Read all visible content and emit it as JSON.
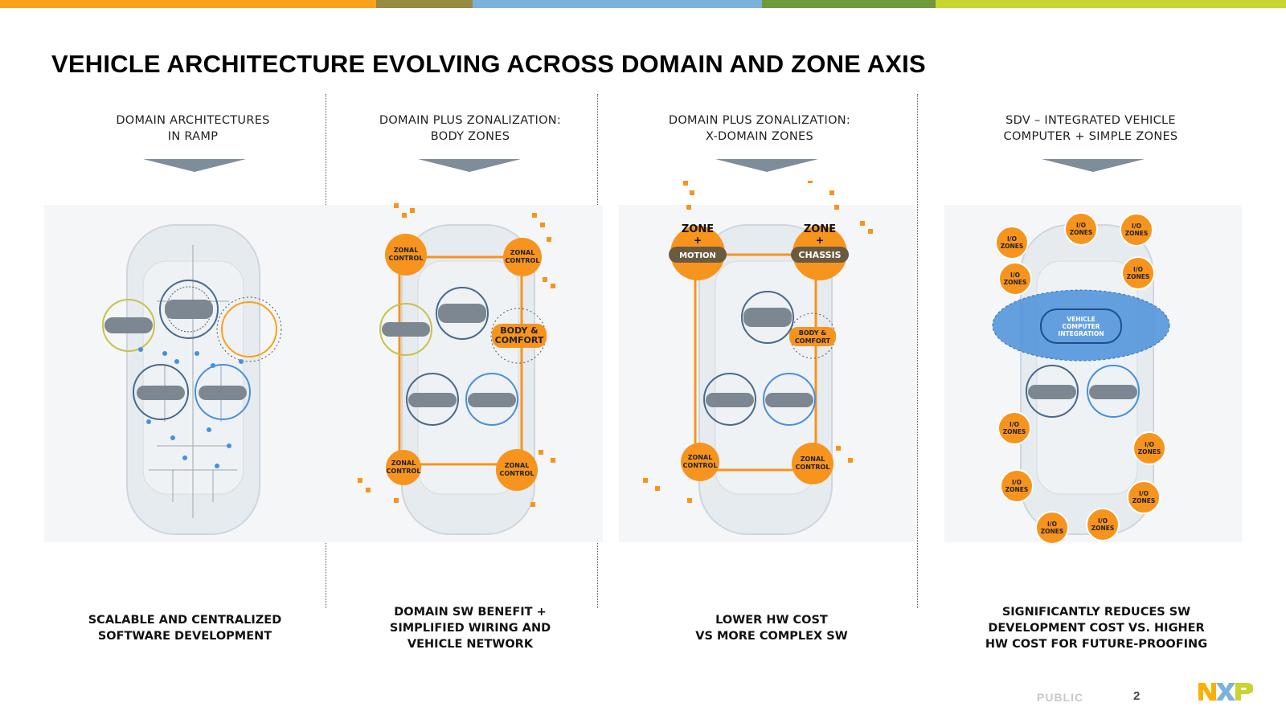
{
  "colors": {
    "orange": "#F9A11B",
    "olive": "#968B3F",
    "blue": "#7BB1DB",
    "green": "#6F9A3B",
    "lime": "#C8D42F",
    "zone_orange": "#F7941E",
    "domain_blue": "#4A90D9"
  },
  "title": "VEHICLE ARCHITECTURE EVOLVING ACROSS DOMAIN AND ZONE AXIS",
  "columns": [
    {
      "heading": [
        "DOMAIN ARCHITECTURES",
        "IN RAMP"
      ],
      "footer": [
        "SCALABLE AND CENTRALIZED",
        "SOFTWARE DEVELOPMENT"
      ]
    },
    {
      "heading": [
        "DOMAIN PLUS ZONALIZATION:",
        "BODY ZONES"
      ],
      "footer": [
        "DOMAIN SW BENEFIT +",
        "SIMPLIFIED WIRING AND",
        "VEHICLE NETWORK"
      ],
      "zones": {
        "zonal_a": "ZONAL",
        "zonal_b": "CONTROL",
        "body_a": "BODY &",
        "body_b": "COMFORT"
      }
    },
    {
      "heading": [
        "DOMAIN PLUS ZONALIZATION:",
        "X-DOMAIN ZONES"
      ],
      "footer": [
        "LOWER HW COST",
        "VS MORE COMPLEX SW"
      ],
      "zones": {
        "zone": "ZONE",
        "plus": "+",
        "motion": "MOTION",
        "chassis": "CHASSIS",
        "zonal_a": "ZONAL",
        "zonal_b": "CONTROL",
        "body_a": "BODY &",
        "body_b": "COMFORT"
      }
    },
    {
      "heading": [
        "SDV – INTEGRATED VEHICLE",
        "COMPUTER + SIMPLE ZONES"
      ],
      "footer": [
        "SIGNIFICANTLY REDUCES SW",
        "DEVELOPMENT COST VS. HIGHER",
        "HW COST FOR FUTURE-PROOFING"
      ],
      "zones": {
        "io_a": "I/O",
        "io_b": "ZONES",
        "vc_a": "VEHICLE",
        "vc_b": "COMPUTER",
        "vc_c": "INTEGRATION"
      }
    }
  ],
  "footer": {
    "classification": "PUBLIC",
    "page_number": "2",
    "logo": "nxp-logo"
  }
}
